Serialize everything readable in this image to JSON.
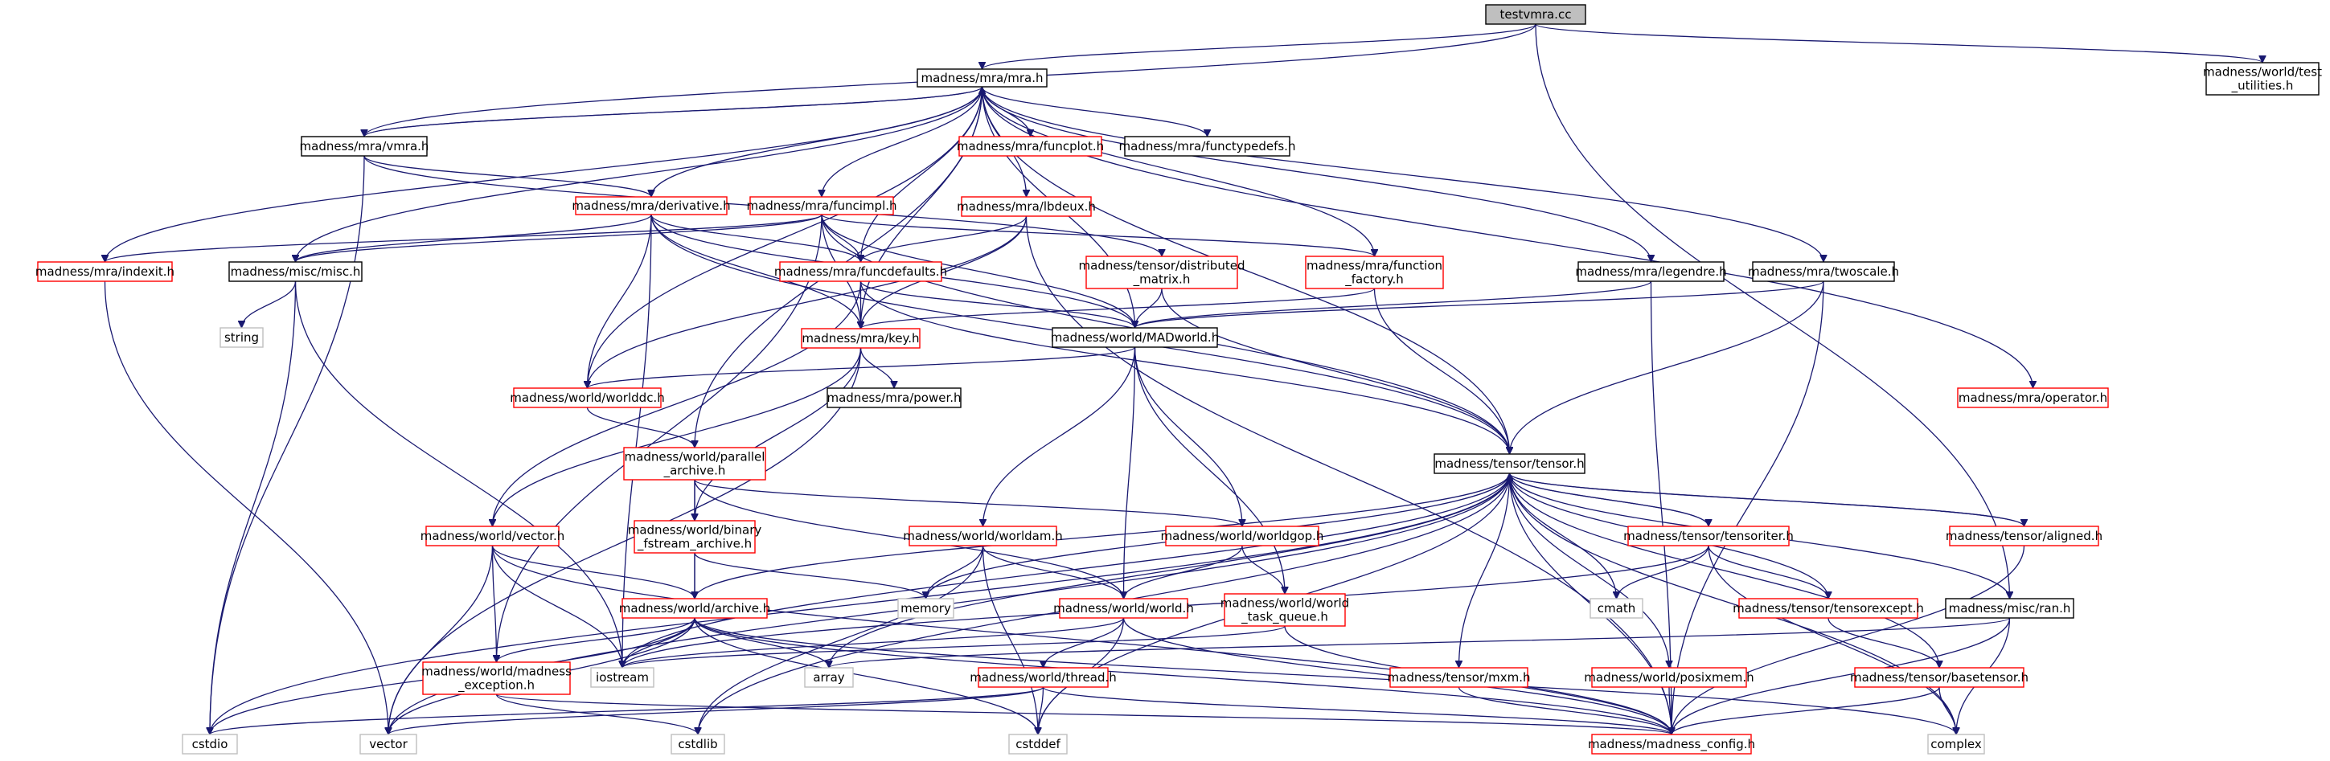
{
  "graph": {
    "nodes": [
      {
        "id": "testvmra",
        "lines": [
          "testvmra.cc"
        ],
        "style": "root"
      },
      {
        "id": "mra",
        "lines": [
          "madness/mra/mra.h"
        ],
        "style": "black"
      },
      {
        "id": "test_utilities",
        "lines": [
          "madness/world/test",
          "_utilities.h"
        ],
        "style": "black"
      },
      {
        "id": "vmra",
        "lines": [
          "madness/mra/vmra.h"
        ],
        "style": "black"
      },
      {
        "id": "funcplot",
        "lines": [
          "madness/mra/funcplot.h"
        ],
        "style": "red"
      },
      {
        "id": "functypedefs",
        "lines": [
          "madness/mra/functypedefs.h"
        ],
        "style": "black"
      },
      {
        "id": "derivative",
        "lines": [
          "madness/mra/derivative.h"
        ],
        "style": "red"
      },
      {
        "id": "funcimpl",
        "lines": [
          "madness/mra/funcimpl.h"
        ],
        "style": "red"
      },
      {
        "id": "lbdeux",
        "lines": [
          "madness/mra/lbdeux.h"
        ],
        "style": "red"
      },
      {
        "id": "indexit",
        "lines": [
          "madness/mra/indexit.h"
        ],
        "style": "red"
      },
      {
        "id": "misc",
        "lines": [
          "madness/misc/misc.h"
        ],
        "style": "black"
      },
      {
        "id": "funcdefaults",
        "lines": [
          "madness/mra/funcdefaults.h"
        ],
        "style": "red"
      },
      {
        "id": "distributed_matrix",
        "lines": [
          "madness/tensor/distributed",
          "_matrix.h"
        ],
        "style": "red"
      },
      {
        "id": "function_factory",
        "lines": [
          "madness/mra/function",
          "_factory.h"
        ],
        "style": "red"
      },
      {
        "id": "legendre",
        "lines": [
          "madness/mra/legendre.h"
        ],
        "style": "black"
      },
      {
        "id": "twoscale",
        "lines": [
          "madness/mra/twoscale.h"
        ],
        "style": "black"
      },
      {
        "id": "string",
        "lines": [
          "string"
        ],
        "style": "gray"
      },
      {
        "id": "key",
        "lines": [
          "madness/mra/key.h"
        ],
        "style": "red"
      },
      {
        "id": "madworld",
        "lines": [
          "madness/world/MADworld.h"
        ],
        "style": "black"
      },
      {
        "id": "worlddc",
        "lines": [
          "madness/world/worlddc.h"
        ],
        "style": "red"
      },
      {
        "id": "power",
        "lines": [
          "madness/mra/power.h"
        ],
        "style": "black"
      },
      {
        "id": "operator",
        "lines": [
          "madness/mra/operator.h"
        ],
        "style": "red"
      },
      {
        "id": "parallel_archive",
        "lines": [
          "madness/world/parallel",
          "_archive.h"
        ],
        "style": "red"
      },
      {
        "id": "tensor",
        "lines": [
          "madness/tensor/tensor.h"
        ],
        "style": "black"
      },
      {
        "id": "vector_h",
        "lines": [
          "madness/world/vector.h"
        ],
        "style": "red"
      },
      {
        "id": "binary_fstream",
        "lines": [
          "madness/world/binary",
          "_fstream_archive.h"
        ],
        "style": "red"
      },
      {
        "id": "worldam",
        "lines": [
          "madness/world/worldam.h"
        ],
        "style": "red"
      },
      {
        "id": "worldgop",
        "lines": [
          "madness/world/worldgop.h"
        ],
        "style": "red"
      },
      {
        "id": "tensoriter",
        "lines": [
          "madness/tensor/tensoriter.h"
        ],
        "style": "red"
      },
      {
        "id": "aligned",
        "lines": [
          "madness/tensor/aligned.h"
        ],
        "style": "red"
      },
      {
        "id": "archive",
        "lines": [
          "madness/world/archive.h"
        ],
        "style": "red"
      },
      {
        "id": "memory",
        "lines": [
          "memory"
        ],
        "style": "gray"
      },
      {
        "id": "world",
        "lines": [
          "madness/world/world.h"
        ],
        "style": "red"
      },
      {
        "id": "world_task_queue",
        "lines": [
          "madness/world/world",
          "_task_queue.h"
        ],
        "style": "red"
      },
      {
        "id": "cmath",
        "lines": [
          "cmath"
        ],
        "style": "gray"
      },
      {
        "id": "tensorexcept",
        "lines": [
          "madness/tensor/tensorexcept.h"
        ],
        "style": "red"
      },
      {
        "id": "ran",
        "lines": [
          "madness/misc/ran.h"
        ],
        "style": "black"
      },
      {
        "id": "madness_exception",
        "lines": [
          "madness/world/madness",
          "_exception.h"
        ],
        "style": "red"
      },
      {
        "id": "iostream",
        "lines": [
          "iostream"
        ],
        "style": "gray"
      },
      {
        "id": "array",
        "lines": [
          "array"
        ],
        "style": "gray"
      },
      {
        "id": "thread",
        "lines": [
          "madness/world/thread.h"
        ],
        "style": "red"
      },
      {
        "id": "mxm",
        "lines": [
          "madness/tensor/mxm.h"
        ],
        "style": "red"
      },
      {
        "id": "posixmem",
        "lines": [
          "madness/world/posixmem.h"
        ],
        "style": "red"
      },
      {
        "id": "basetensor",
        "lines": [
          "madness/tensor/basetensor.h"
        ],
        "style": "red"
      },
      {
        "id": "cstdio",
        "lines": [
          "cstdio"
        ],
        "style": "gray"
      },
      {
        "id": "vector",
        "lines": [
          "vector"
        ],
        "style": "gray"
      },
      {
        "id": "cstdlib",
        "lines": [
          "cstdlib"
        ],
        "style": "gray"
      },
      {
        "id": "cstddef",
        "lines": [
          "cstddef"
        ],
        "style": "gray"
      },
      {
        "id": "madness_config",
        "lines": [
          "madness/madness_config.h"
        ],
        "style": "red"
      },
      {
        "id": "complex",
        "lines": [
          "complex"
        ],
        "style": "gray"
      }
    ],
    "edges": [
      [
        "testvmra",
        "mra"
      ],
      [
        "testvmra",
        "vmra"
      ],
      [
        "testvmra",
        "test_utilities"
      ],
      [
        "testvmra",
        "ran"
      ],
      [
        "mra",
        "vmra"
      ],
      [
        "mra",
        "funcplot"
      ],
      [
        "mra",
        "functypedefs"
      ],
      [
        "mra",
        "derivative"
      ],
      [
        "mra",
        "funcimpl"
      ],
      [
        "mra",
        "lbdeux"
      ],
      [
        "mra",
        "indexit"
      ],
      [
        "mra",
        "misc"
      ],
      [
        "mra",
        "funcdefaults"
      ],
      [
        "mra",
        "function_factory"
      ],
      [
        "mra",
        "legendre"
      ],
      [
        "mra",
        "twoscale"
      ],
      [
        "mra",
        "key"
      ],
      [
        "mra",
        "madworld"
      ],
      [
        "mra",
        "worlddc"
      ],
      [
        "mra",
        "operator"
      ],
      [
        "mra",
        "tensor"
      ],
      [
        "mra",
        "parallel_archive"
      ],
      [
        "vmra",
        "mra"
      ],
      [
        "vmra",
        "derivative"
      ],
      [
        "vmra",
        "distributed_matrix"
      ],
      [
        "vmra",
        "cstdio"
      ],
      [
        "derivative",
        "misc"
      ],
      [
        "derivative",
        "funcdefaults"
      ],
      [
        "derivative",
        "key"
      ],
      [
        "derivative",
        "madworld"
      ],
      [
        "derivative",
        "worlddc"
      ],
      [
        "derivative",
        "tensor"
      ],
      [
        "derivative",
        "iostream"
      ],
      [
        "funcimpl",
        "indexit"
      ],
      [
        "funcimpl",
        "misc"
      ],
      [
        "funcimpl",
        "funcdefaults"
      ],
      [
        "funcimpl",
        "function_factory"
      ],
      [
        "funcimpl",
        "key"
      ],
      [
        "funcimpl",
        "madworld"
      ],
      [
        "funcimpl",
        "tensor"
      ],
      [
        "funcimpl",
        "madness_exception"
      ],
      [
        "lbdeux",
        "funcdefaults"
      ],
      [
        "lbdeux",
        "key"
      ],
      [
        "lbdeux",
        "worlddc"
      ],
      [
        "lbdeux",
        "madness_config"
      ],
      [
        "indexit",
        "vector"
      ],
      [
        "misc",
        "string"
      ],
      [
        "misc",
        "iostream"
      ],
      [
        "misc",
        "cstdio"
      ],
      [
        "funcdefaults",
        "key"
      ],
      [
        "funcdefaults",
        "madworld"
      ],
      [
        "funcdefaults",
        "tensor"
      ],
      [
        "funcdefaults",
        "vector_h"
      ],
      [
        "distributed_matrix",
        "madworld"
      ],
      [
        "distributed_matrix",
        "tensor"
      ],
      [
        "function_factory",
        "key"
      ],
      [
        "function_factory",
        "tensor"
      ],
      [
        "legendre",
        "madworld"
      ],
      [
        "legendre",
        "madness_config"
      ],
      [
        "twoscale",
        "madworld"
      ],
      [
        "twoscale",
        "tensor"
      ],
      [
        "twoscale",
        "madness_config"
      ],
      [
        "key",
        "power"
      ],
      [
        "key",
        "vector_h"
      ],
      [
        "key",
        "binary_fstream"
      ],
      [
        "key",
        "vector"
      ],
      [
        "madworld",
        "worlddc"
      ],
      [
        "madworld",
        "worldam"
      ],
      [
        "madworld",
        "worldgop"
      ],
      [
        "madworld",
        "world"
      ],
      [
        "madworld",
        "world_task_queue"
      ],
      [
        "worlddc",
        "parallel_archive"
      ],
      [
        "parallel_archive",
        "binary_fstream"
      ],
      [
        "parallel_archive",
        "archive"
      ],
      [
        "parallel_archive",
        "worldgop"
      ],
      [
        "parallel_archive",
        "world"
      ],
      [
        "tensor",
        "aligned"
      ],
      [
        "tensor",
        "tensoriter"
      ],
      [
        "tensor",
        "tensorexcept"
      ],
      [
        "tensor",
        "ran"
      ],
      [
        "tensor",
        "cmath"
      ],
      [
        "tensor",
        "mxm"
      ],
      [
        "tensor",
        "posixmem"
      ],
      [
        "tensor",
        "basetensor"
      ],
      [
        "tensor",
        "madness_config"
      ],
      [
        "tensor",
        "memory"
      ],
      [
        "tensor",
        "iostream"
      ],
      [
        "tensor",
        "cstddef"
      ],
      [
        "tensor",
        "complex"
      ],
      [
        "tensor",
        "cstdlib"
      ],
      [
        "tensor",
        "array"
      ],
      [
        "tensor",
        "vector"
      ],
      [
        "tensor",
        "cstdio"
      ],
      [
        "tensor",
        "archive"
      ],
      [
        "tensoriter",
        "tensor"
      ],
      [
        "tensoriter",
        "tensorexcept"
      ],
      [
        "tensoriter",
        "cmath"
      ],
      [
        "tensoriter",
        "iostream"
      ],
      [
        "tensoriter",
        "complex"
      ],
      [
        "aligned",
        "tensor"
      ],
      [
        "aligned",
        "madness_config"
      ],
      [
        "binary_fstream",
        "archive"
      ],
      [
        "binary_fstream",
        "memory"
      ],
      [
        "vector_h",
        "madness_exception"
      ],
      [
        "vector_h",
        "vector"
      ],
      [
        "vector_h",
        "iostream"
      ],
      [
        "vector_h",
        "archive"
      ],
      [
        "vector_h",
        "madness_config"
      ],
      [
        "worldam",
        "memory"
      ],
      [
        "worldam",
        "world"
      ],
      [
        "worldam",
        "cstddef"
      ],
      [
        "worldam",
        "cstdlib"
      ],
      [
        "worldgop",
        "world"
      ],
      [
        "worldgop",
        "world_task_queue"
      ],
      [
        "world",
        "thread"
      ],
      [
        "world",
        "madness_config"
      ],
      [
        "world",
        "cstddef"
      ],
      [
        "world",
        "iostream"
      ],
      [
        "world_task_queue",
        "madness_config"
      ],
      [
        "world_task_queue",
        "iostream"
      ],
      [
        "archive",
        "madness_exception"
      ],
      [
        "archive",
        "iostream"
      ],
      [
        "archive",
        "array"
      ],
      [
        "archive",
        "vector"
      ],
      [
        "archive",
        "cstdio"
      ],
      [
        "archive",
        "complex"
      ],
      [
        "archive",
        "cstddef"
      ],
      [
        "archive",
        "madness_config"
      ],
      [
        "madness_exception",
        "cstdlib"
      ],
      [
        "madness_exception",
        "madness_config"
      ],
      [
        "thread",
        "cstdio"
      ],
      [
        "thread",
        "vector"
      ],
      [
        "thread",
        "cstddef"
      ],
      [
        "thread",
        "madness_config"
      ],
      [
        "ran",
        "complex"
      ],
      [
        "ran",
        "madness_config"
      ],
      [
        "ran",
        "array"
      ],
      [
        "mxm",
        "madness_config"
      ],
      [
        "posixmem",
        "madness_config"
      ],
      [
        "basetensor",
        "madness_config"
      ],
      [
        "basetensor",
        "complex"
      ],
      [
        "tensorexcept",
        "basetensor"
      ]
    ]
  }
}
